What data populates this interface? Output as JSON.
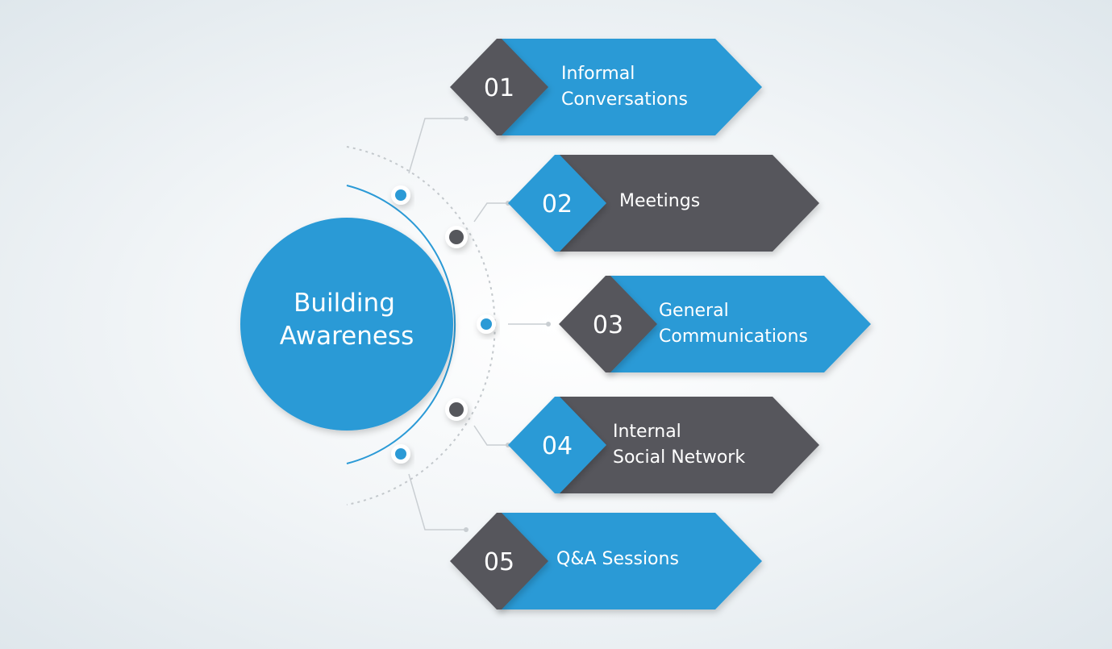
{
  "colors": {
    "blue": "#2b9ad6",
    "gray": "#56575c",
    "connector": "#c9ced2",
    "arc": "#2b9ad6"
  },
  "hub": {
    "line1": "Building",
    "line2": "Awareness"
  },
  "items": [
    {
      "number": "01",
      "lines": [
        "Informal",
        "Conversations"
      ],
      "style": "blue-body"
    },
    {
      "number": "02",
      "lines": [
        "Meetings"
      ],
      "style": "gray-body"
    },
    {
      "number": "03",
      "lines": [
        "General",
        "Communications"
      ],
      "style": "blue-body"
    },
    {
      "number": "04",
      "lines": [
        "Internal",
        "Social Network"
      ],
      "style": "gray-body"
    },
    {
      "number": "05",
      "lines": [
        "Q&A Sessions"
      ],
      "style": "blue-body"
    }
  ]
}
